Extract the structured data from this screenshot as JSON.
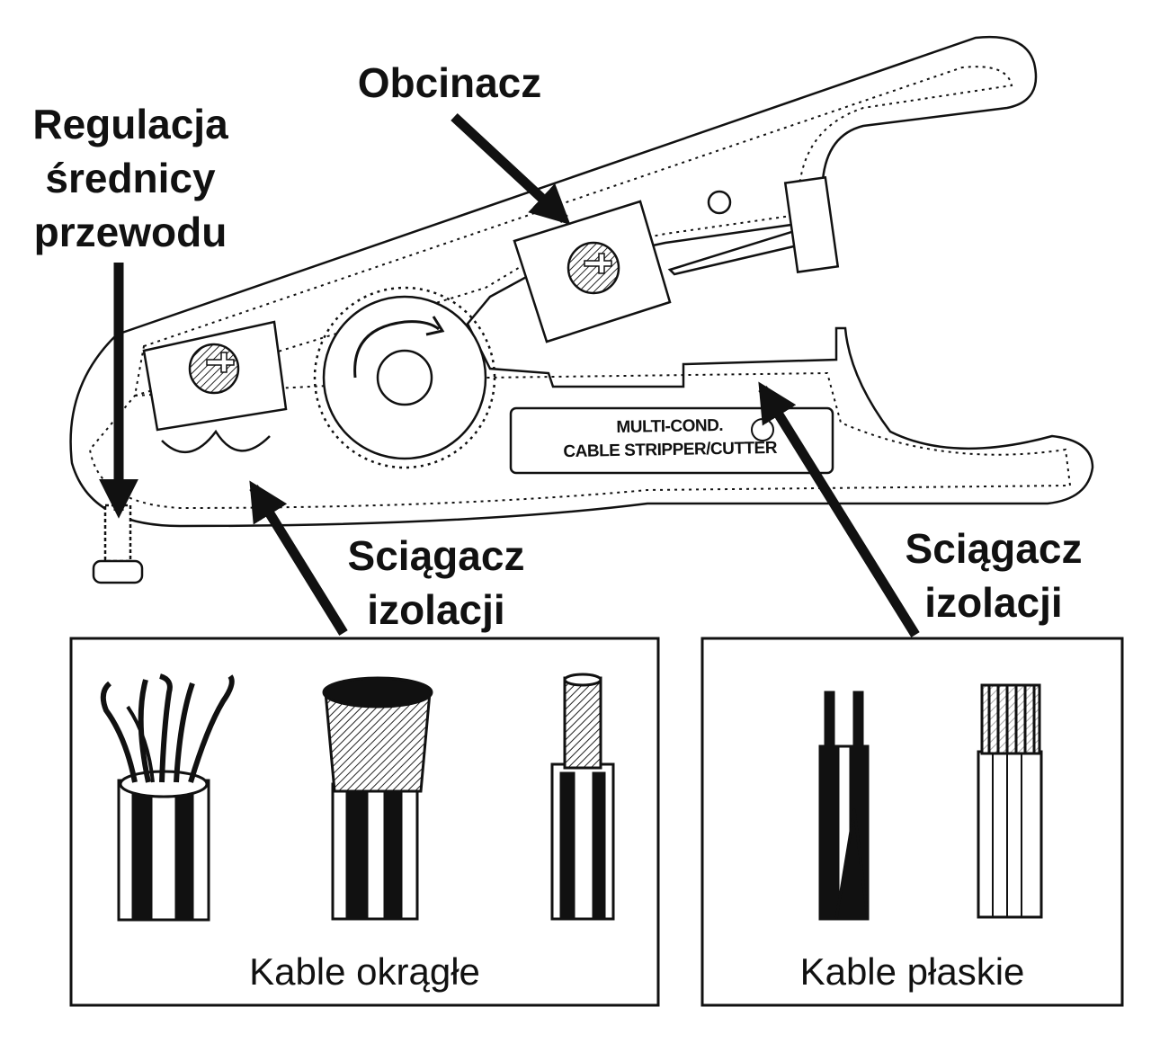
{
  "labels": {
    "regulation": [
      "Regulacja",
      "średnicy",
      "przewodu"
    ],
    "cutter": "Obcinacz",
    "stripper_left": [
      "Sciągacz",
      "izolacji"
    ],
    "stripper_right": [
      "Sciągacz",
      "izolacji"
    ]
  },
  "tool_text": [
    "MULTI-COND.",
    "CABLE STRIPPER/CUTTER"
  ],
  "boxes": {
    "round_cables": "Kable okrągłe",
    "flat_cables": "Kable płaskie"
  }
}
